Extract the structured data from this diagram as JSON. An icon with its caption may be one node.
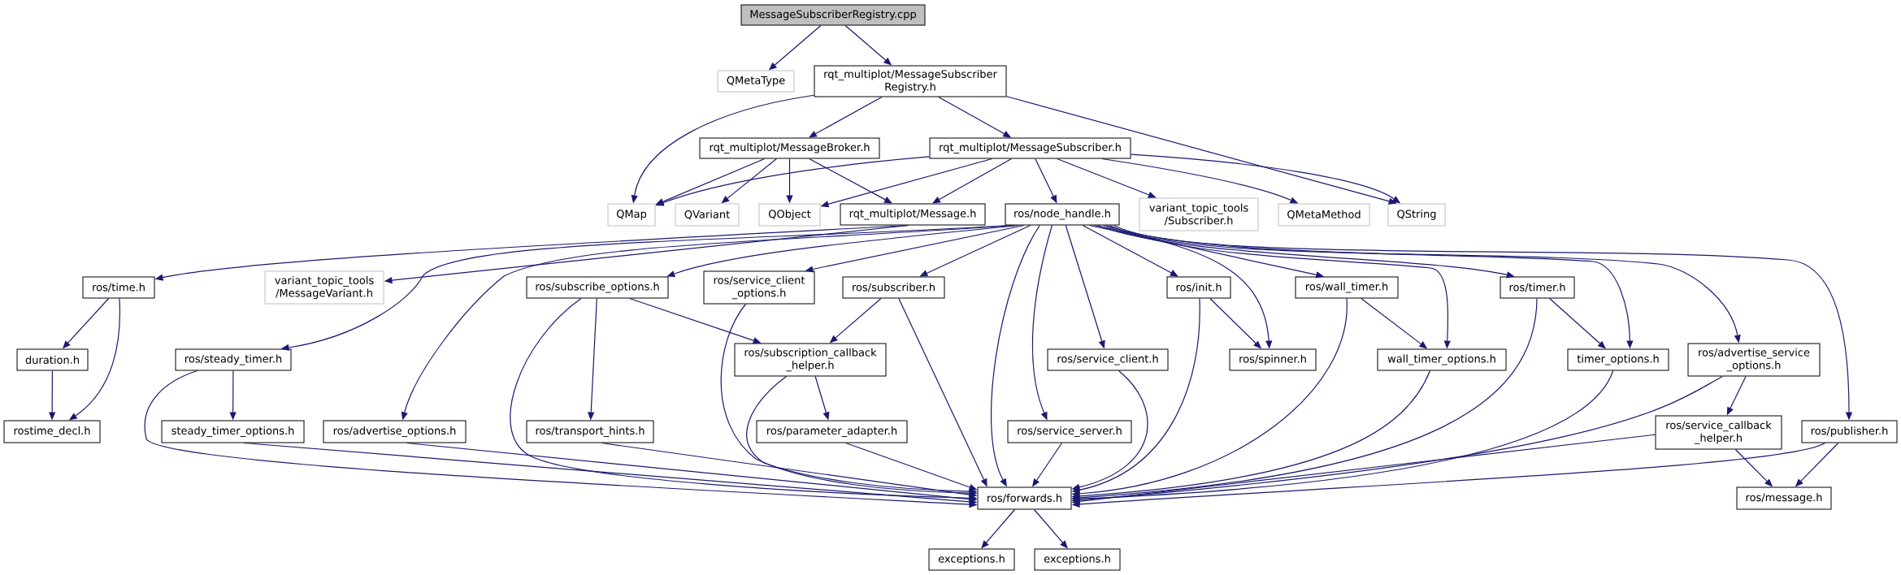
{
  "diagram": {
    "nodes": [
      {
        "text": [
          "MessageSubscriberRegistry.cpp"
        ]
      },
      {
        "text": [
          "QMetaType"
        ]
      },
      {
        "text": [
          "rqt_multiplot/MessageSubscriber Registry.h"
        ]
      },
      {
        "text": [
          "rqt_multiplot/MessageBroker.h"
        ]
      },
      {
        "text": [
          "rqt_multiplot/MessageSubscriber.h"
        ]
      },
      {
        "text": [
          "QMap"
        ]
      },
      {
        "text": [
          "QVariant"
        ]
      },
      {
        "text": [
          "QObject"
        ]
      },
      {
        "text": [
          "rqt_multiplot/Message.h"
        ]
      },
      {
        "text": [
          "ros/node_handle.h"
        ]
      },
      {
        "text": [
          "variant_topic_tools /Subscriber.h"
        ]
      },
      {
        "text": [
          "QMetaMethod"
        ]
      },
      {
        "text": [
          "QString"
        ]
      },
      {
        "text": [
          "ros/time.h"
        ]
      },
      {
        "text": [
          "variant_topic_tools /MessageVariant.h"
        ]
      },
      {
        "text": [
          "ros/subscribe_options.h"
        ]
      },
      {
        "text": [
          "ros/service_client _options.h"
        ]
      },
      {
        "text": [
          "ros/subscriber.h"
        ]
      },
      {
        "text": [
          "ros/init.h"
        ]
      },
      {
        "text": [
          "ros/wall_timer.h"
        ]
      },
      {
        "text": [
          "ros/timer.h"
        ]
      },
      {
        "text": [
          "duration.h"
        ]
      },
      {
        "text": [
          "ros/steady_timer.h"
        ]
      },
      {
        "text": [
          "ros/subscription_callback _helper.h"
        ]
      },
      {
        "text": [
          "ros/service_client.h"
        ]
      },
      {
        "text": [
          "ros/spinner.h"
        ]
      },
      {
        "text": [
          "wall_timer_options.h"
        ]
      },
      {
        "text": [
          "timer_options.h"
        ]
      },
      {
        "text": [
          "ros/advertise_service _options.h"
        ]
      },
      {
        "text": [
          "rostime_decl.h"
        ]
      },
      {
        "text": [
          "steady_timer_options.h"
        ]
      },
      {
        "text": [
          "ros/advertise_options.h"
        ]
      },
      {
        "text": [
          "ros/transport_hints.h"
        ]
      },
      {
        "text": [
          "ros/parameter_adapter.h"
        ]
      },
      {
        "text": [
          "ros/service_server.h"
        ]
      },
      {
        "text": [
          "ros/service_callback _helper.h"
        ]
      },
      {
        "text": [
          "ros/publisher.h"
        ]
      },
      {
        "text": [
          "ros/forwards.h"
        ]
      },
      {
        "text": [
          "ros/message.h"
        ]
      },
      {
        "text": [
          "exceptions.h"
        ]
      },
      {
        "text": [
          "exceptions.h"
        ]
      }
    ],
    "edges": [
      {
        "from": 0,
        "to": 1,
        "arrow": "to"
      },
      {
        "from": 0,
        "to": 2,
        "arrow": "to"
      },
      {
        "from": 2,
        "to": 5,
        "arrow": "to"
      },
      {
        "from": 2,
        "to": 3,
        "arrow": "to"
      },
      {
        "from": 2,
        "to": 4,
        "arrow": "to"
      },
      {
        "from": 2,
        "to": 12,
        "arrow": "to"
      },
      {
        "from": 3,
        "to": 5,
        "arrow": "to"
      },
      {
        "from": 3,
        "to": 6,
        "arrow": "to"
      },
      {
        "from": 3,
        "to": 7,
        "arrow": "to"
      },
      {
        "from": 3,
        "to": 8,
        "arrow": "to"
      },
      {
        "from": 4,
        "to": 5,
        "arrow": "to"
      },
      {
        "from": 4,
        "to": 7,
        "arrow": "to"
      },
      {
        "from": 4,
        "to": 8,
        "arrow": "to"
      },
      {
        "from": 4,
        "to": 9,
        "arrow": "to"
      },
      {
        "from": 4,
        "to": 10,
        "arrow": "to"
      },
      {
        "from": 4,
        "to": 11,
        "arrow": "to"
      },
      {
        "from": 4,
        "to": 12,
        "arrow": "to"
      },
      {
        "from": 8,
        "to": 13,
        "arrow": "to"
      },
      {
        "from": 8,
        "to": 14,
        "arrow": "to"
      },
      {
        "from": 9,
        "to": 15,
        "arrow": "to"
      },
      {
        "from": 9,
        "to": 16,
        "arrow": "to"
      },
      {
        "from": 9,
        "to": 17,
        "arrow": "to"
      },
      {
        "from": 9,
        "to": 18,
        "arrow": "to"
      },
      {
        "from": 9,
        "to": 19,
        "arrow": "to"
      },
      {
        "from": 9,
        "to": 20,
        "arrow": "to"
      },
      {
        "from": 9,
        "to": 22,
        "arrow": "to"
      },
      {
        "from": 9,
        "to": 31,
        "arrow": "to"
      },
      {
        "from": 9,
        "to": 24,
        "arrow": "to"
      },
      {
        "from": 9,
        "to": 34,
        "arrow": "to"
      },
      {
        "from": 9,
        "to": 37,
        "arrow": "to"
      },
      {
        "from": 9,
        "to": 25,
        "arrow": "to"
      },
      {
        "from": 9,
        "to": 26,
        "arrow": "to"
      },
      {
        "from": 9,
        "to": 27,
        "arrow": "to"
      },
      {
        "from": 9,
        "to": 28,
        "arrow": "to"
      },
      {
        "from": 9,
        "to": 36,
        "arrow": "to"
      },
      {
        "from": 13,
        "to": 21,
        "arrow": "to"
      },
      {
        "from": 13,
        "to": 29,
        "arrow": "to"
      },
      {
        "from": 21,
        "to": 29,
        "arrow": "to"
      },
      {
        "from": 22,
        "to": 30,
        "arrow": "to"
      },
      {
        "from": 22,
        "to": 37,
        "arrow": "to"
      },
      {
        "from": 15,
        "to": 32,
        "arrow": "to"
      },
      {
        "from": 15,
        "to": 23,
        "arrow": "to"
      },
      {
        "from": 15,
        "to": 37,
        "arrow": "to"
      },
      {
        "from": 16,
        "to": 37,
        "arrow": "to"
      },
      {
        "from": 17,
        "to": 23,
        "arrow": "to"
      },
      {
        "from": 17,
        "to": 37,
        "arrow": "to"
      },
      {
        "from": 23,
        "to": 33,
        "arrow": "to"
      },
      {
        "from": 23,
        "to": 37,
        "arrow": "to"
      },
      {
        "from": 18,
        "to": 25,
        "arrow": "to"
      },
      {
        "from": 18,
        "to": 37,
        "arrow": "to"
      },
      {
        "from": 19,
        "to": 26,
        "arrow": "to"
      },
      {
        "from": 19,
        "to": 37,
        "arrow": "to"
      },
      {
        "from": 20,
        "to": 27,
        "arrow": "to"
      },
      {
        "from": 20,
        "to": 37,
        "arrow": "to"
      },
      {
        "from": 24,
        "to": 37,
        "arrow": "to"
      },
      {
        "from": 26,
        "to": 37,
        "arrow": "to"
      },
      {
        "from": 27,
        "to": 37,
        "arrow": "to"
      },
      {
        "from": 28,
        "to": 35,
        "arrow": "to"
      },
      {
        "from": 28,
        "to": 37,
        "arrow": "to"
      },
      {
        "from": 30,
        "to": 37,
        "arrow": "to"
      },
      {
        "from": 31,
        "to": 37,
        "arrow": "to"
      },
      {
        "from": 32,
        "to": 37,
        "arrow": "to"
      },
      {
        "from": 33,
        "to": 37,
        "arrow": "to"
      },
      {
        "from": 34,
        "to": 37,
        "arrow": "to"
      },
      {
        "from": 35,
        "to": 37,
        "arrow": "to"
      },
      {
        "from": 35,
        "to": 38,
        "arrow": "to"
      },
      {
        "from": 36,
        "to": 37,
        "arrow": "to"
      },
      {
        "from": 36,
        "to": 38,
        "arrow": "to"
      },
      {
        "from": 37,
        "to": 39,
        "arrow": "to"
      },
      {
        "from": 37,
        "to": 40,
        "arrow": "to"
      }
    ]
  }
}
